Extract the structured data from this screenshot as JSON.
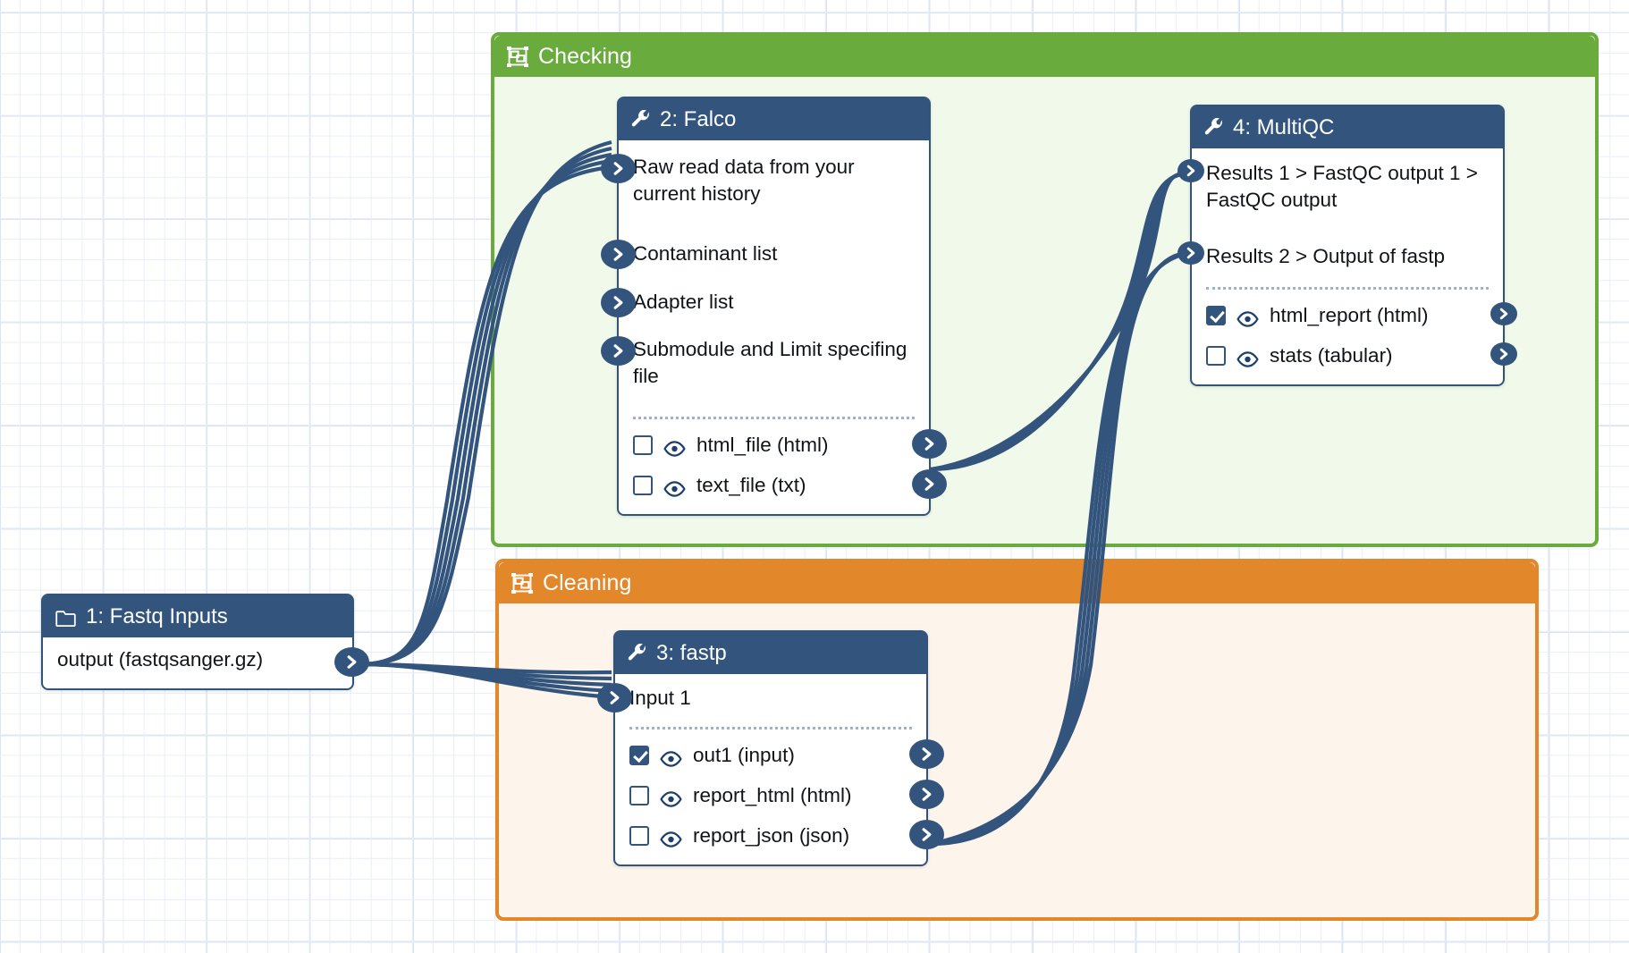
{
  "app": {
    "canvas_label": "workflow-editor-canvas"
  },
  "colors": {
    "node_header": "#33557d",
    "group_checking_header": "#6aab3d",
    "group_checking_body": "#f1faea",
    "group_cleaning_header": "#e3872b",
    "group_cleaning_body": "#fdf4ec",
    "connector": "#33557d",
    "grid_line": "#e9eef6"
  },
  "groups": [
    {
      "id": "checking",
      "label": "Checking",
      "icon": "object-group-icon"
    },
    {
      "id": "cleaning",
      "label": "Cleaning",
      "icon": "object-group-icon"
    }
  ],
  "nodes": [
    {
      "id": "node-1",
      "title": "1: Fastq Inputs",
      "icon": "folder-icon",
      "inputs": [],
      "outputs": [
        {
          "label": "output (fastqsanger.gz)",
          "checkbox": false,
          "has_checkbox": false,
          "eye": false
        }
      ]
    },
    {
      "id": "node-2",
      "title": "2: Falco",
      "icon": "wrench-icon",
      "inputs": [
        {
          "label": "Raw read data from your current history"
        },
        {
          "label": "Contaminant list"
        },
        {
          "label": "Adapter list"
        },
        {
          "label": "Submodule and Limit specifing file"
        }
      ],
      "outputs": [
        {
          "label": "html_file (html)",
          "checkbox": false,
          "has_checkbox": true,
          "eye": true
        },
        {
          "label": "text_file (txt)",
          "checkbox": false,
          "has_checkbox": true,
          "eye": true
        }
      ]
    },
    {
      "id": "node-3",
      "title": "3: fastp",
      "icon": "wrench-icon",
      "inputs": [
        {
          "label": "Input 1"
        }
      ],
      "outputs": [
        {
          "label": "out1 (input)",
          "checkbox": true,
          "has_checkbox": true,
          "eye": true
        },
        {
          "label": "report_html (html)",
          "checkbox": false,
          "has_checkbox": true,
          "eye": true
        },
        {
          "label": "report_json (json)",
          "checkbox": false,
          "has_checkbox": true,
          "eye": true
        }
      ]
    },
    {
      "id": "node-4",
      "title": "4: MultiQC",
      "icon": "wrench-icon",
      "inputs": [
        {
          "label": "Results 1 > FastQC output 1 > FastQC output"
        },
        {
          "label": "Results 2 > Output of fastp"
        }
      ],
      "outputs": [
        {
          "label": "html_report (html)",
          "checkbox": true,
          "has_checkbox": true,
          "eye": true
        },
        {
          "label": "stats (tabular)",
          "checkbox": false,
          "has_checkbox": true,
          "eye": true
        }
      ]
    }
  ]
}
